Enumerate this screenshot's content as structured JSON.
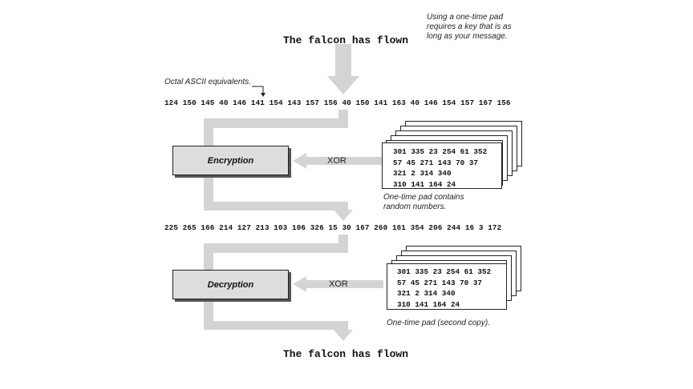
{
  "plaintext": "The falcon has flown",
  "decrypted": "The falcon has flown",
  "note_pad": "Using a one-time pad requires a key that is as long as your message.",
  "note_octal": "Octal ASCII equivalents.",
  "octal_row": "124 150 145 40 146 141 154 143 157 156 40 150 141 163 40 146 154 157 167 156",
  "cipher_row": "225 265 166 214 127 213 103 106 326 15 30 167 260 161 354 206 244 16 3 172",
  "encryption_label": "Encryption",
  "decryption_label": "Decryption",
  "xor_label": "XOR",
  "pad_lines": [
    "301 335 23 254 61 352",
    "57 45 271 143 70 37",
    "321 2 314 340",
    "310 141 164 24"
  ],
  "pad_caption": "One-time pad contains random numbers.",
  "pad2_caption": "One-time pad (second copy)."
}
